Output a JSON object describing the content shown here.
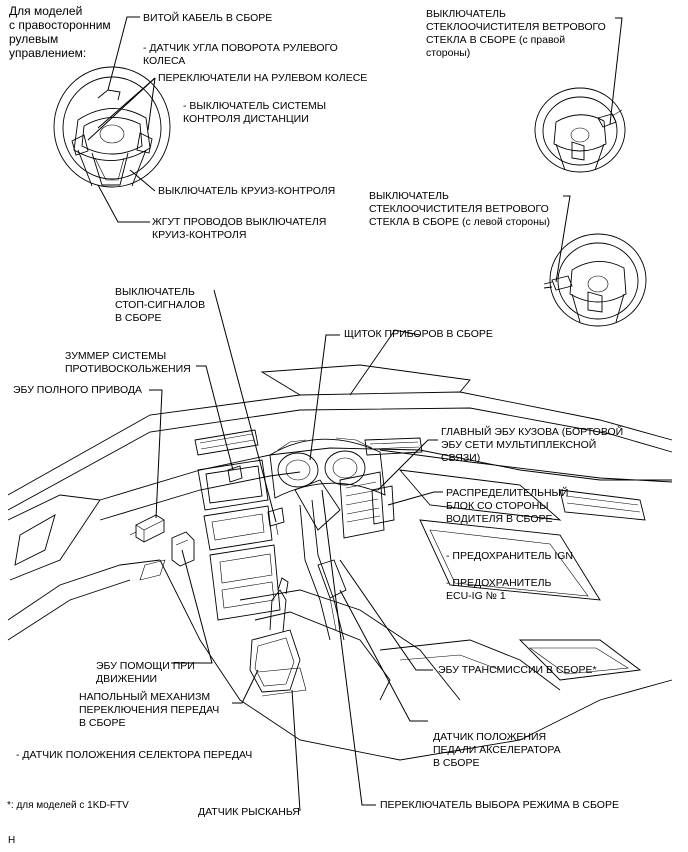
{
  "labels": {
    "rhd_models": "Для моделей\nс правосторонним\nрулевым\nуправлением:",
    "spiral_cable": "ВИТОЙ КАБЕЛЬ В СБОРЕ",
    "steering_angle_sensor": "- ДАТЧИК УГЛА ПОВОРОТА РУЛЕВОГО\nКОЛЕСА",
    "steering_pad_switches": "ПЕРЕКЛЮЧАТЕЛИ НА РУЛЕВОМ КОЛЕСЕ",
    "distance_control_switch": "- ВЫКЛЮЧАТЕЛЬ СИСТЕМЫ\nКОНТРОЛЯ ДИСТАНЦИИ",
    "cruise_switch": "ВЫКЛЮЧАТЕЛЬ КРУИЗ-КОНТРОЛЯ",
    "cruise_harness": "ЖГУТ ПРОВОДОВ ВЫКЛЮЧАТЕЛЯ\nКРУИЗ-КОНТРОЛЯ",
    "wiper_switch_rh": "ВЫКЛЮЧАТЕЛЬ\nСТЕКЛООЧИСТИТЕЛЯ ВЕТРОВОГО\nСТЕКЛА В СБОРЕ (с правой\nстороны)",
    "wiper_switch_lh": "ВЫКЛЮЧАТЕЛЬ\nСТЕКЛООЧИСТИТЕЛЯ ВЕТРОВОГО\nСТЕКЛА В СБОРЕ (с левой стороны)",
    "stop_lamp_switch": "ВЫКЛЮЧАТЕЛЬ\nСТОП-СИГНАЛОВ\nВ СБОРЕ",
    "combination_meter": "ЩИТОК ПРИБОРОВ В СБОРЕ",
    "clearance_buzzer": "ЗУММЕР СИСТЕМЫ\nПРОТИВОСКОЛЬЖЕНИЯ",
    "awd_ecu": "ЭБУ ПОЛНОГО ПРИВОДА",
    "main_body_ecu": "ГЛАВНЫЙ ЭБУ КУЗОВА (БОРТОВОЙ\nЭБУ СЕТИ МУЛЬТИПЛЕКСНОЙ\nСВЯЗИ)",
    "junction_block": "РАСПРЕДЕЛИТЕЛЬНЫЙ\nБЛОК СО СТОРОНЫ\nВОДИТЕЛЯ В СБОРЕ",
    "fuse_ign": "- ПРЕДОХРАНИТЕЛЬ IGN",
    "fuse_ecu_ig": "- ПРЕДОХРАНИТЕЛЬ\nECU-IG № 1",
    "driving_support_ecu": "ЭБУ ПОМОЩИ ПРИ\nДВИЖЕНИИ",
    "shift_lever": "НАПОЛЬНЫЙ МЕХАНИЗМ\nПЕРЕКЛЮЧЕНИЯ ПЕРЕДАЧ\nВ СБОРЕ",
    "shift_position_sensor": "- ДАТЧИК ПОЛОЖЕНИЯ СЕЛЕКТОРА ПЕРЕДАЧ",
    "transmission_ecu": "ЭБУ ТРАНСМИССИИ В СБОРЕ*",
    "accel_pedal_sensor": "ДАТЧИК ПОЛОЖЕНИЯ\nПЕДАЛИ АКСЕЛЕРАТОРА\nВ СБОРЕ",
    "footnote": "*: для моделей с 1KD-FTV",
    "yaw_rate_sensor": "ДАТЧИК РЫСКАНЬЯ",
    "mode_select_switch": "ПЕРЕКЛЮЧАТЕЛЬ ВЫБОРА РЕЖИМА В СБОРЕ",
    "corner_mark": "H"
  }
}
